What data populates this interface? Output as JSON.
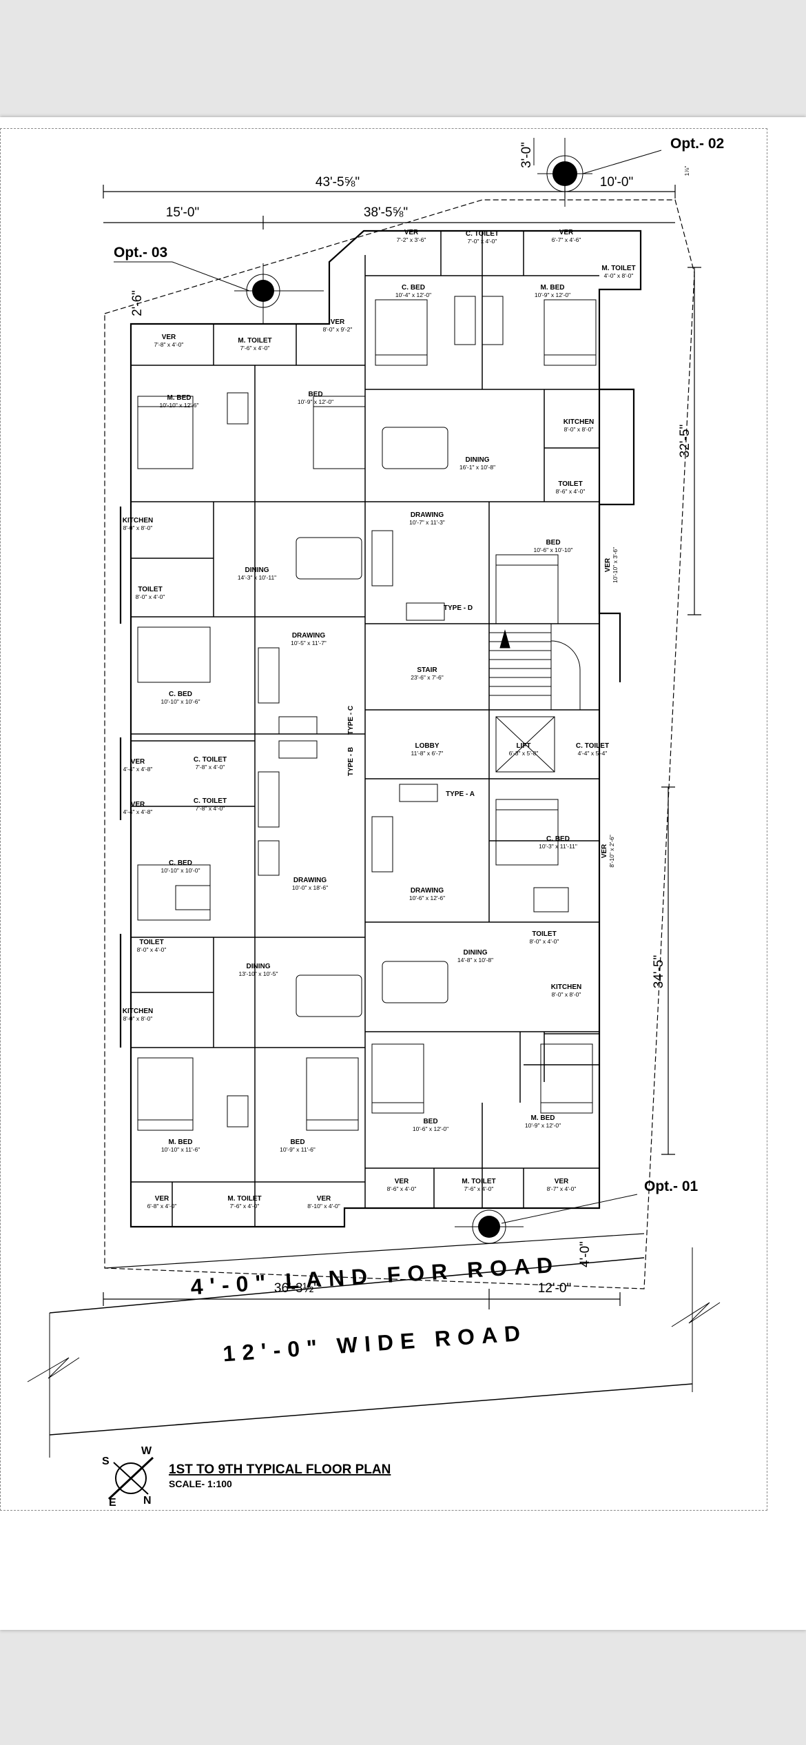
{
  "drawing": {
    "title": "1ST TO 9TH TYPICAL FLOOR PLAN",
    "scale": "SCALE- 1:100"
  },
  "options": {
    "opt1": "Opt.- 01",
    "opt2": "Opt.- 02",
    "opt3": "Opt.- 03"
  },
  "dimensions": {
    "top_total": "43'-5⅝\"",
    "top_second": "38'-5⅝\"",
    "left_top": "15'-0\"",
    "right_top": "10'-0\"",
    "opt2_vert": "3'-0\"",
    "opt2_small": "1⅞\"",
    "opt3_vert": "2'-6\"",
    "right_upper": "32'-5\"",
    "right_lower": "34'-5\"",
    "bottom_left": "36'-3½\"",
    "bottom_right": "12'-0\"",
    "land_depth": "4'-0\""
  },
  "road": {
    "land_label": "4'-0\" LAND FOR ROAD",
    "road_label": "12'-0\" WIDE ROAD"
  },
  "compass": {
    "n": "N",
    "s": "S",
    "e": "E",
    "w": "W"
  },
  "rooms": {
    "r1": {
      "name": "VER",
      "size": "7'-2\" x 3'-6\""
    },
    "r2": {
      "name": "C. TOILET",
      "size": "7'-0\" x 4'-0\""
    },
    "r3": {
      "name": "VER",
      "size": "6'-7\" x 4'-6\""
    },
    "r4": {
      "name": "M. TOILET",
      "size": "4'-0\" x 8'-0\""
    },
    "r5": {
      "name": "C. BED",
      "size": "10'-4\" x 12'-0\""
    },
    "r6": {
      "name": "M. BED",
      "size": "10'-9\" x 12'-0\""
    },
    "r7": {
      "name": "VER",
      "size": "7'-8\" x 4'-0\""
    },
    "r8": {
      "name": "M. TOILET",
      "size": "7'-6\" x 4'-0\""
    },
    "r9": {
      "name": "VER",
      "size": "8'-0\" x 9'-2\""
    },
    "r10": {
      "name": "M. BED",
      "size": "10'-10\" x 12'-6\""
    },
    "r11": {
      "name": "BED",
      "size": "10'-9\" x 12'-0\""
    },
    "r12": {
      "name": "KITCHEN",
      "size": "8'-0\" x 8'-0\""
    },
    "r13": {
      "name": "DINING",
      "size": "16'-1\" x 10'-8\""
    },
    "r14": {
      "name": "TOILET",
      "size": "8'-6\" x 4'-0\""
    },
    "r15": {
      "name": "KITCHEN",
      "size": "8'-0\" x 8'-0\""
    },
    "r16": {
      "name": "DINING",
      "size": "14'-3\" x 10'-11\""
    },
    "r17": {
      "name": "DRAWING",
      "size": "10'-7\" x 11'-3\""
    },
    "r18": {
      "name": "BED",
      "size": "10'-6\" x 10'-10\""
    },
    "r19": {
      "name": "VER",
      "size": "10'-10\" x 3'-6\""
    },
    "r20": {
      "name": "TOILET",
      "size": "8'-0\" x 4'-0\""
    },
    "r21": {
      "name": "TYPE - D",
      "size": ""
    },
    "r22": {
      "name": "C. BED",
      "size": "10'-10\" x 10'-6\""
    },
    "r23": {
      "name": "DRAWING",
      "size": "10'-5\" x 11'-7\""
    },
    "r24": {
      "name": "STAIR",
      "size": "23'-6\" x 7'-6\""
    },
    "r25": {
      "name": "TYPE - C",
      "size": ""
    },
    "r26": {
      "name": "LOBBY",
      "size": "11'-8\" x 6'-7\""
    },
    "r27": {
      "name": "LIFT",
      "size": "6'-3\" x 5'-8\""
    },
    "r28": {
      "name": "C. TOILET",
      "size": "4'-4\" x 5'-4\""
    },
    "r29": {
      "name": "VER",
      "size": "4'-4\" x 4'-8\""
    },
    "r30": {
      "name": "C. TOILET",
      "size": "7'-8\" x 4'-0\""
    },
    "r31": {
      "name": "TYPE - B",
      "size": ""
    },
    "r32": {
      "name": "TYPE - A",
      "size": ""
    },
    "r33": {
      "name": "VER",
      "size": "4'-4\" x 4'-8\""
    },
    "r34": {
      "name": "C. TOILET",
      "size": "7'-8\" x 4'-0\""
    },
    "r35": {
      "name": "C. BED",
      "size": "10'-3\" x 11'-11\""
    },
    "r36": {
      "name": "VER",
      "size": "8'-10\" x 2'-6\""
    },
    "r37": {
      "name": "C. BED",
      "size": "10'-10\" x 10'-0\""
    },
    "r38": {
      "name": "DRAWING",
      "size": "10'-0\" x 18'-6\""
    },
    "r39": {
      "name": "DRAWING",
      "size": "10'-6\" x 12'-6\""
    },
    "r40": {
      "name": "TOILET",
      "size": "8'-0\" x 4'-0\""
    },
    "r41": {
      "name": "DINING",
      "size": "13'-10\" x 10'-5\""
    },
    "r42": {
      "name": "DINING",
      "size": "14'-8\" x 10'-8\""
    },
    "r43": {
      "name": "TOILET",
      "size": "8'-0\" x 4'-0\""
    },
    "r44": {
      "name": "KITCHEN",
      "size": "8'-0\" x 8'-0\""
    },
    "r45": {
      "name": "KITCHEN",
      "size": "8'-0\" x 8'-0\""
    },
    "r46": {
      "name": "M. BED",
      "size": "10'-10\" x 11'-6\""
    },
    "r47": {
      "name": "BED",
      "size": "10'-9\" x 11'-6\""
    },
    "r48": {
      "name": "BED",
      "size": "10'-6\" x 12'-0\""
    },
    "r49": {
      "name": "M. BED",
      "size": "10'-9\" x 12'-0\""
    },
    "r50": {
      "name": "VER",
      "size": "8'-6\" x 4'-0\""
    },
    "r51": {
      "name": "M. TOILET",
      "size": "7'-6\" x 4'-0\""
    },
    "r52": {
      "name": "VER",
      "size": "8'-7\" x 4'-0\""
    },
    "r53": {
      "name": "VER",
      "size": "6'-8\" x 4'-0\""
    },
    "r54": {
      "name": "M. TOILET",
      "size": "7'-6\" x 4'-0\""
    },
    "r55": {
      "name": "VER",
      "size": "8'-10\" x 4'-0\""
    }
  }
}
